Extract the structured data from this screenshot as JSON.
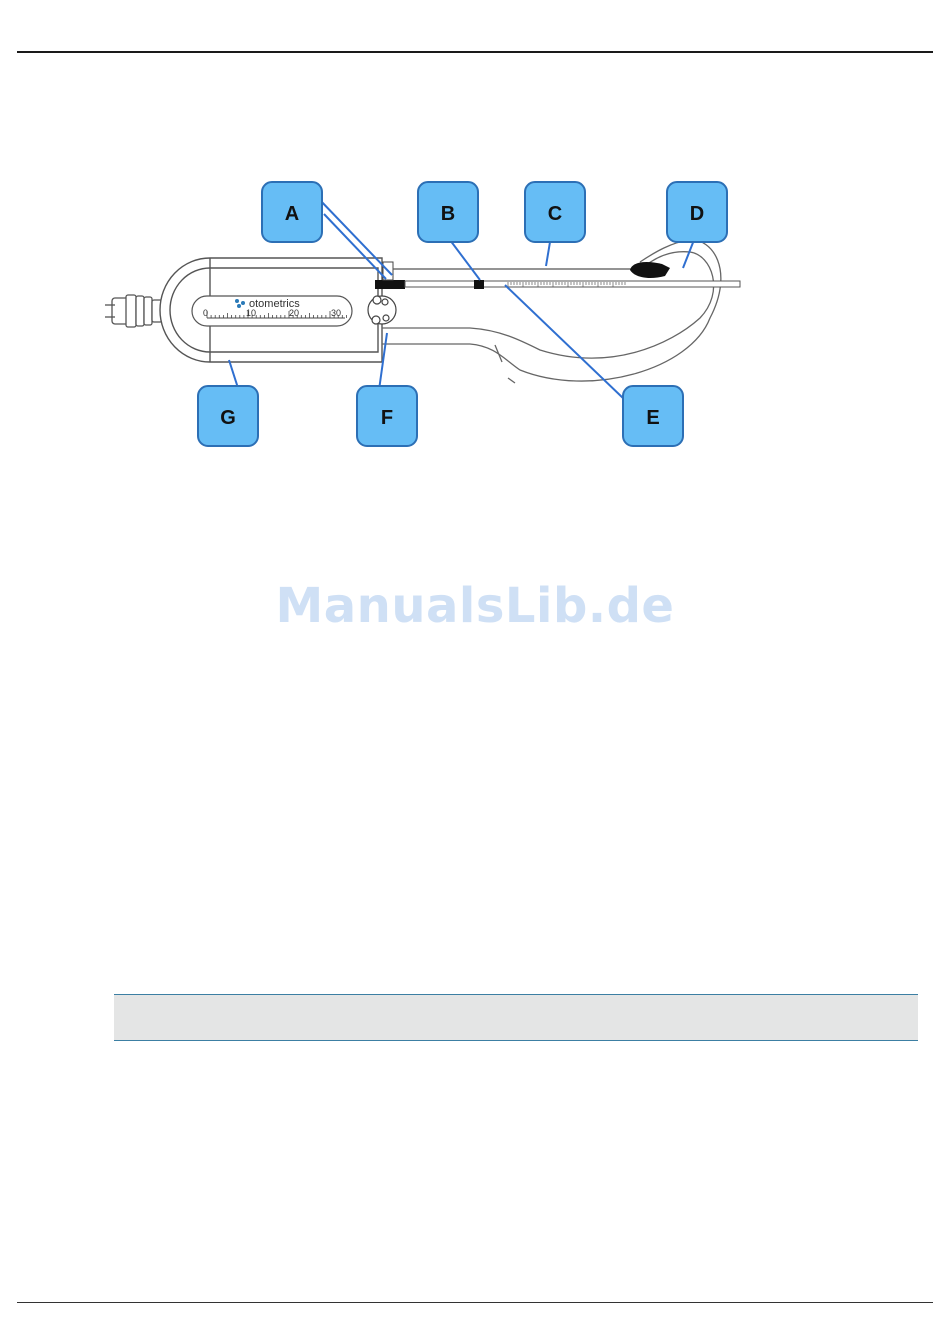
{
  "figure": {
    "brand": "otometrics",
    "scale_numbers": [
      "0",
      "10",
      "20",
      "30"
    ],
    "callouts": {
      "a": "A",
      "b": "B",
      "c": "C",
      "d": "D",
      "e": "E",
      "f": "F",
      "g": "G"
    },
    "colors": {
      "callout_fill": "#66bdf5",
      "callout_stroke": "#2c6fb5",
      "leader": "#2f6fd0",
      "device_outline": "#555555"
    }
  },
  "watermark": "ManualsLib.de"
}
